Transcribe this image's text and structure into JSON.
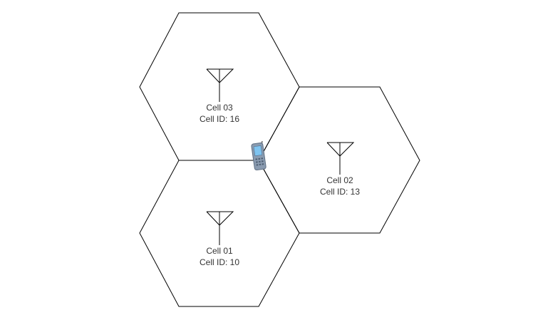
{
  "cells": [
    {
      "name": "Cell 03",
      "cell_id_label": "Cell ID: 16"
    },
    {
      "name": "Cell 02",
      "cell_id_label": "Cell ID: 13"
    },
    {
      "name": "Cell 01",
      "cell_id_label": "Cell ID: 10"
    }
  ],
  "device": {
    "icon": "mobile-phone-icon"
  },
  "colors": {
    "stroke": "#000000",
    "text": "#333333",
    "phone_body": "#8a9bb0",
    "phone_screen": "#7fc4f0"
  }
}
